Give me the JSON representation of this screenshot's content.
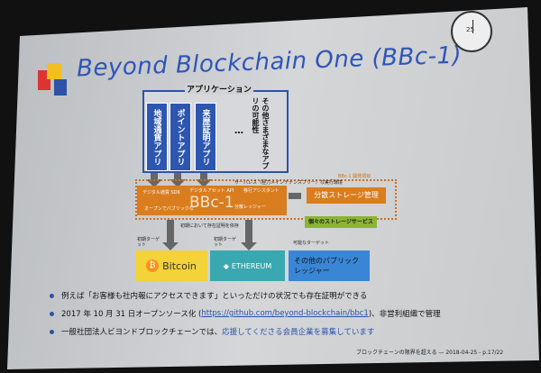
{
  "title": "Beyond Blockchain One (BBc-1)",
  "clock": {
    "label": "25"
  },
  "diagram": {
    "applications_label": "アプリケーション",
    "apps": [
      "地域通貨アプリ",
      "ポイントアプリ",
      "来歴証明アプリ"
    ],
    "ellipsis": "…",
    "other_apps": "その他さまざまなアプリの可能性",
    "dev_scope_label": "BBc-1 開発項目",
    "runtime_label": "サーバレス（極力メインテナンスフリー）な実行環境",
    "bbc1": "BBc-1",
    "modules": [
      "デジタル通貨 SDK",
      "デジタルアセット API",
      "移行アシスタント",
      "オープンでパブリックな",
      "分散レッジャー"
    ],
    "distributed_storage": "分散ストレージ管理",
    "storage_services": "個々のストレージサービス",
    "anchor_note": "初期において存在証明を依存",
    "initial_target": "初期ターゲット",
    "possible_target": "可能なターゲット",
    "targets": [
      "Bitcoin",
      "ETHEREUM",
      "その他のパブリックレッジャー"
    ]
  },
  "bullets": {
    "b1": "例えば「お客様も社内報にアクセスできます」といっただけの状況でも存在証明ができる",
    "b2_pre": "2017 年 10 月 31 日オープンソース化 (",
    "b2_link": "https://github.com/beyond-blockchain/bbc1",
    "b2_post": ")、非営利組織で管理",
    "b3_pre": "一般社団法人ビヨンドブロックチェーンでは、",
    "b3_highlight": "応援してくださる会員企業を募集しています"
  },
  "footer": "ブロックチェーンの限界を超える — 2018-04-25 - p.17/22"
}
